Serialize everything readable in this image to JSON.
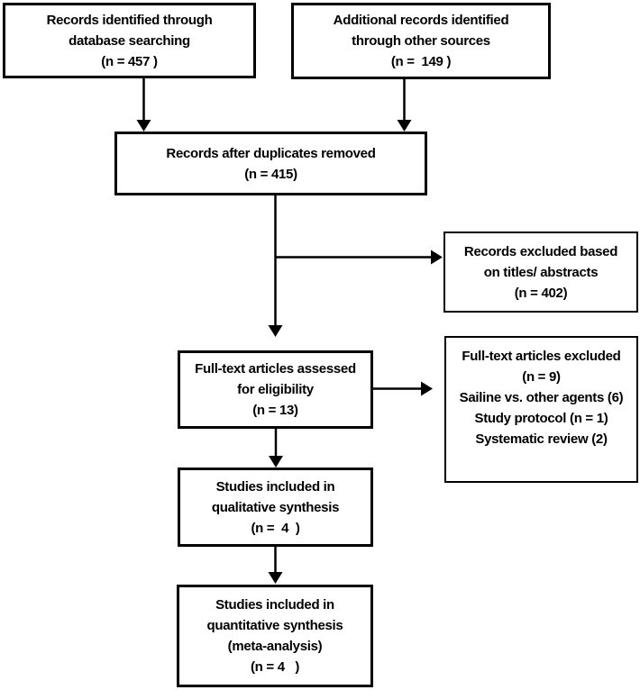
{
  "diagram": {
    "title": "PRISMA study selection flow diagram",
    "colors": {
      "border": "#000000",
      "text": "#000000",
      "background": "#ffffff"
    },
    "boxes": [
      {
        "id": "records-identified-database",
        "lines": [
          "Records identified through",
          "database searching",
          "(n = 457 )"
        ]
      },
      {
        "id": "additional-records-other-sources",
        "lines": [
          "Additional records identified",
          "through other sources",
          "(n =  149 )"
        ]
      },
      {
        "id": "records-after-duplicates-removed",
        "lines": [
          "Records after duplicates removed",
          "(n = 415)"
        ]
      },
      {
        "id": "fulltext-articles-assessed",
        "lines": [
          "Full-text articles assessed",
          "for eligibility",
          "(n = 13)"
        ]
      },
      {
        "id": "fulltext-articles-excluded",
        "lines": [
          "Full-text articles excluded",
          "(n = 9)",
          "Sailine vs. other agents (6)",
          "Study protocol (n = 1)",
          "Systematic review (2)"
        ]
      },
      {
        "id": "records-excluded-titles-abstracts",
        "lines": [
          "Records excluded based",
          "on titles/ abstracts",
          "(n = 402)"
        ]
      },
      {
        "id": "studies-qualitative-synthesis",
        "lines": [
          "Studies included in",
          "qualitative synthesis",
          "(n =  4  )"
        ]
      },
      {
        "id": "studies-quantitative-synthesis",
        "lines": [
          "Studies included in",
          "quantitative synthesis",
          "(meta-analysis)",
          "(n = 4   )"
        ]
      }
    ]
  }
}
